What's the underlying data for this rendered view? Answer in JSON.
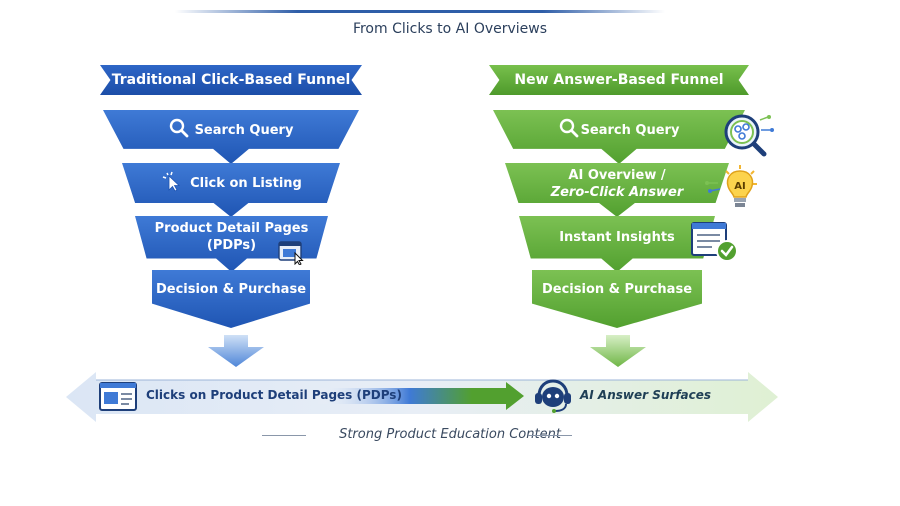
{
  "header": {
    "subtitle": "From Clicks to AI Overviews"
  },
  "left_funnel": {
    "banner": "Traditional Click-Based Funnel",
    "color": "#1f55b3",
    "tiers": [
      {
        "label": "Search Query",
        "icon": "search-icon"
      },
      {
        "label": "Click on Listing",
        "icon": "cursor-click-icon"
      },
      {
        "label_line1": "Product Detail Pages",
        "label_line2": "(PDPs)",
        "icon": "browser-window-icon"
      },
      {
        "label": "Decision & Purchase"
      }
    ]
  },
  "right_funnel": {
    "banner": "New Answer-Based Funnel",
    "color": "#52a02f",
    "tiers": [
      {
        "label": "Search Query",
        "icon": "search-icon"
      },
      {
        "label_line1": "AI Overview /",
        "label_line2": "Zero-Click Answer",
        "icon": "ai-lightbulb-icon"
      },
      {
        "label": "Instant Insights",
        "icon": "document-check-icon"
      },
      {
        "label": "Decision & Purchase"
      }
    ],
    "side_icons": [
      "magnifier-network-icon",
      "ai-lightbulb-icon",
      "document-check-icon"
    ]
  },
  "bottom_arrow": {
    "left_label": "Clicks on Product Detail Pages (PDPs)",
    "right_label": "AI Answer Surfaces",
    "left_icon": "browser-window-icon",
    "right_icon": "ai-assistant-icon"
  },
  "footnote": "Strong Product Education Content",
  "colors": {
    "blue": "#1f55b3",
    "green": "#52a02f",
    "navy": "#1e3f7a"
  }
}
